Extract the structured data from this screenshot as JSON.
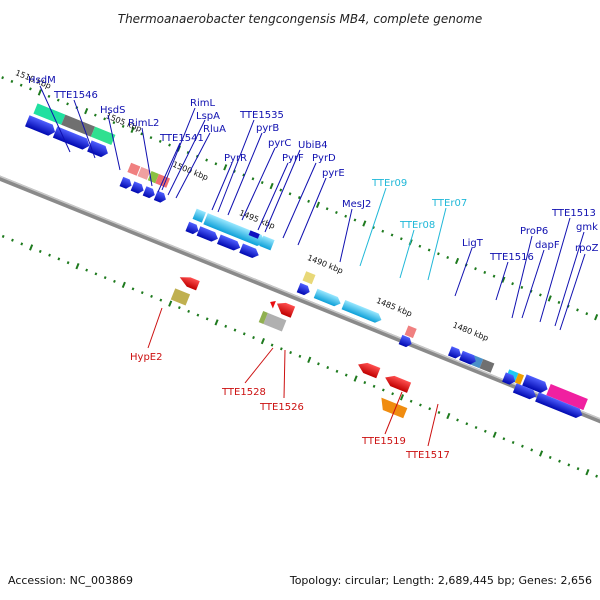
{
  "title": "Thermoanaerobacter tengcongensis MB4, complete genome",
  "accession_text": "Accession: NC_003869",
  "topology_text": "Topology: circular; Length: 2,689,445 bp; Genes: 2,656",
  "kbp_labels": [
    "1510 kbp",
    "1505 kbp",
    "1500 kbp",
    "1495 kbp",
    "1490 kbp",
    "1485 kbp",
    "1480 kbp"
  ],
  "gene_labels": [
    {
      "text": "HsdM",
      "color": "blue"
    },
    {
      "text": "TTE1546",
      "color": "blue"
    },
    {
      "text": "HsdS",
      "color": "blue"
    },
    {
      "text": "RimL2",
      "color": "blue"
    },
    {
      "text": "RimL",
      "color": "blue"
    },
    {
      "text": "LspA",
      "color": "blue"
    },
    {
      "text": "RluA",
      "color": "blue"
    },
    {
      "text": "TTE1541",
      "color": "blue"
    },
    {
      "text": "TTE1535",
      "color": "blue"
    },
    {
      "text": "pyrB",
      "color": "blue"
    },
    {
      "text": "pyrC",
      "color": "blue"
    },
    {
      "text": "PyrR",
      "color": "blue"
    },
    {
      "text": "UbiB4",
      "color": "blue"
    },
    {
      "text": "PyrF",
      "color": "blue"
    },
    {
      "text": "PyrD",
      "color": "blue"
    },
    {
      "text": "pyrE",
      "color": "blue"
    },
    {
      "text": "MesJ2",
      "color": "blue"
    },
    {
      "text": "TTEr09",
      "color": "cyan"
    },
    {
      "text": "TTEr07",
      "color": "cyan"
    },
    {
      "text": "TTEr08",
      "color": "cyan"
    },
    {
      "text": "LigT",
      "color": "blue"
    },
    {
      "text": "TTE1513",
      "color": "blue"
    },
    {
      "text": "ProP6",
      "color": "blue"
    },
    {
      "text": "gmk",
      "color": "blue"
    },
    {
      "text": "dapF",
      "color": "blue"
    },
    {
      "text": "TTE1516",
      "color": "blue"
    },
    {
      "text": "rpoZ",
      "color": "blue"
    },
    {
      "text": "HypE2",
      "color": "red"
    },
    {
      "text": "TTE1528",
      "color": "red"
    },
    {
      "text": "TTE1526",
      "color": "red"
    },
    {
      "text": "TTE1519",
      "color": "red"
    },
    {
      "text": "TTE1517",
      "color": "red"
    }
  ],
  "colors": {
    "forward_arrow": "#0a18e0",
    "reverse_arrow": "#e80c10",
    "rna": "#22c4ec",
    "backbone": "#8a8a8a",
    "ticks": "#1e7a1e"
  }
}
